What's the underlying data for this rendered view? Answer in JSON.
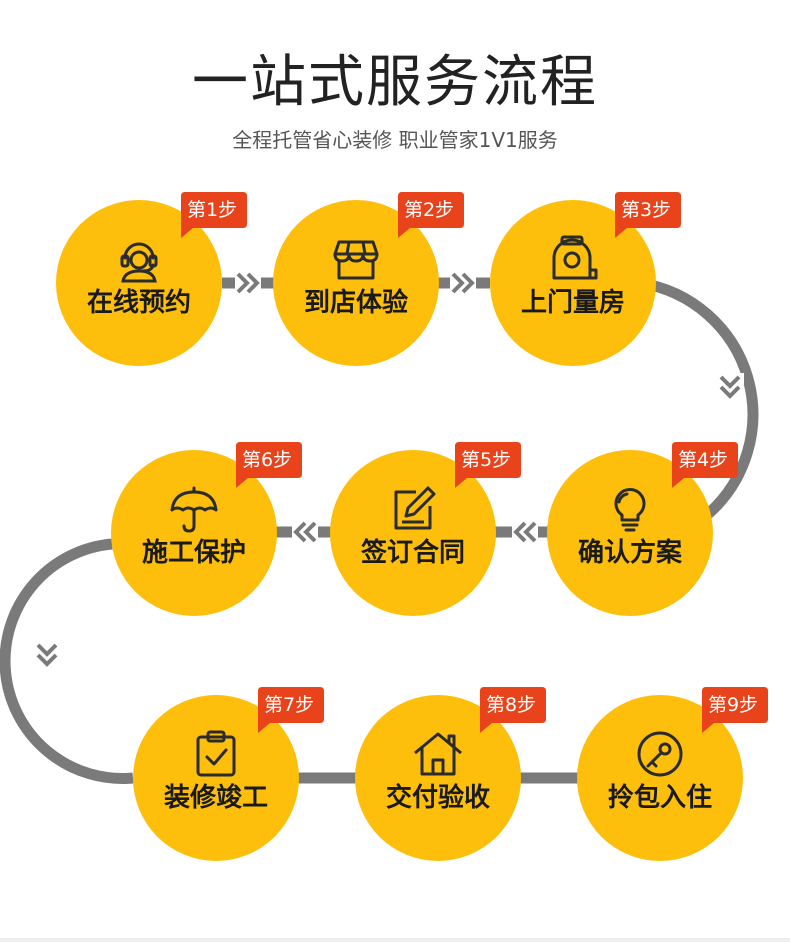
{
  "header": {
    "title": "一站式服务流程",
    "subtitle": "全程托管省心装修 职业管家1V1服务"
  },
  "colors": {
    "circle": "#fdbf0b",
    "badge": "#e8431b",
    "path": "#7a7a7a",
    "icon": "#2b2b2b"
  },
  "steps": [
    {
      "badge": "第1步",
      "label": "在线预约",
      "icon": "customer-service-icon"
    },
    {
      "badge": "第2步",
      "label": "到店体验",
      "icon": "store-icon"
    },
    {
      "badge": "第3步",
      "label": "上门量房",
      "icon": "tape-measure-icon"
    },
    {
      "badge": "第4步",
      "label": "确认方案",
      "icon": "lightbulb-icon"
    },
    {
      "badge": "第5步",
      "label": "签订合同",
      "icon": "edit-document-icon"
    },
    {
      "badge": "第6步",
      "label": "施工保护",
      "icon": "umbrella-icon"
    },
    {
      "badge": "第7步",
      "label": "装修竣工",
      "icon": "clipboard-check-icon"
    },
    {
      "badge": "第8步",
      "label": "交付验收",
      "icon": "house-icon"
    },
    {
      "badge": "第9步",
      "label": "拎包入住",
      "icon": "key-icon"
    }
  ]
}
